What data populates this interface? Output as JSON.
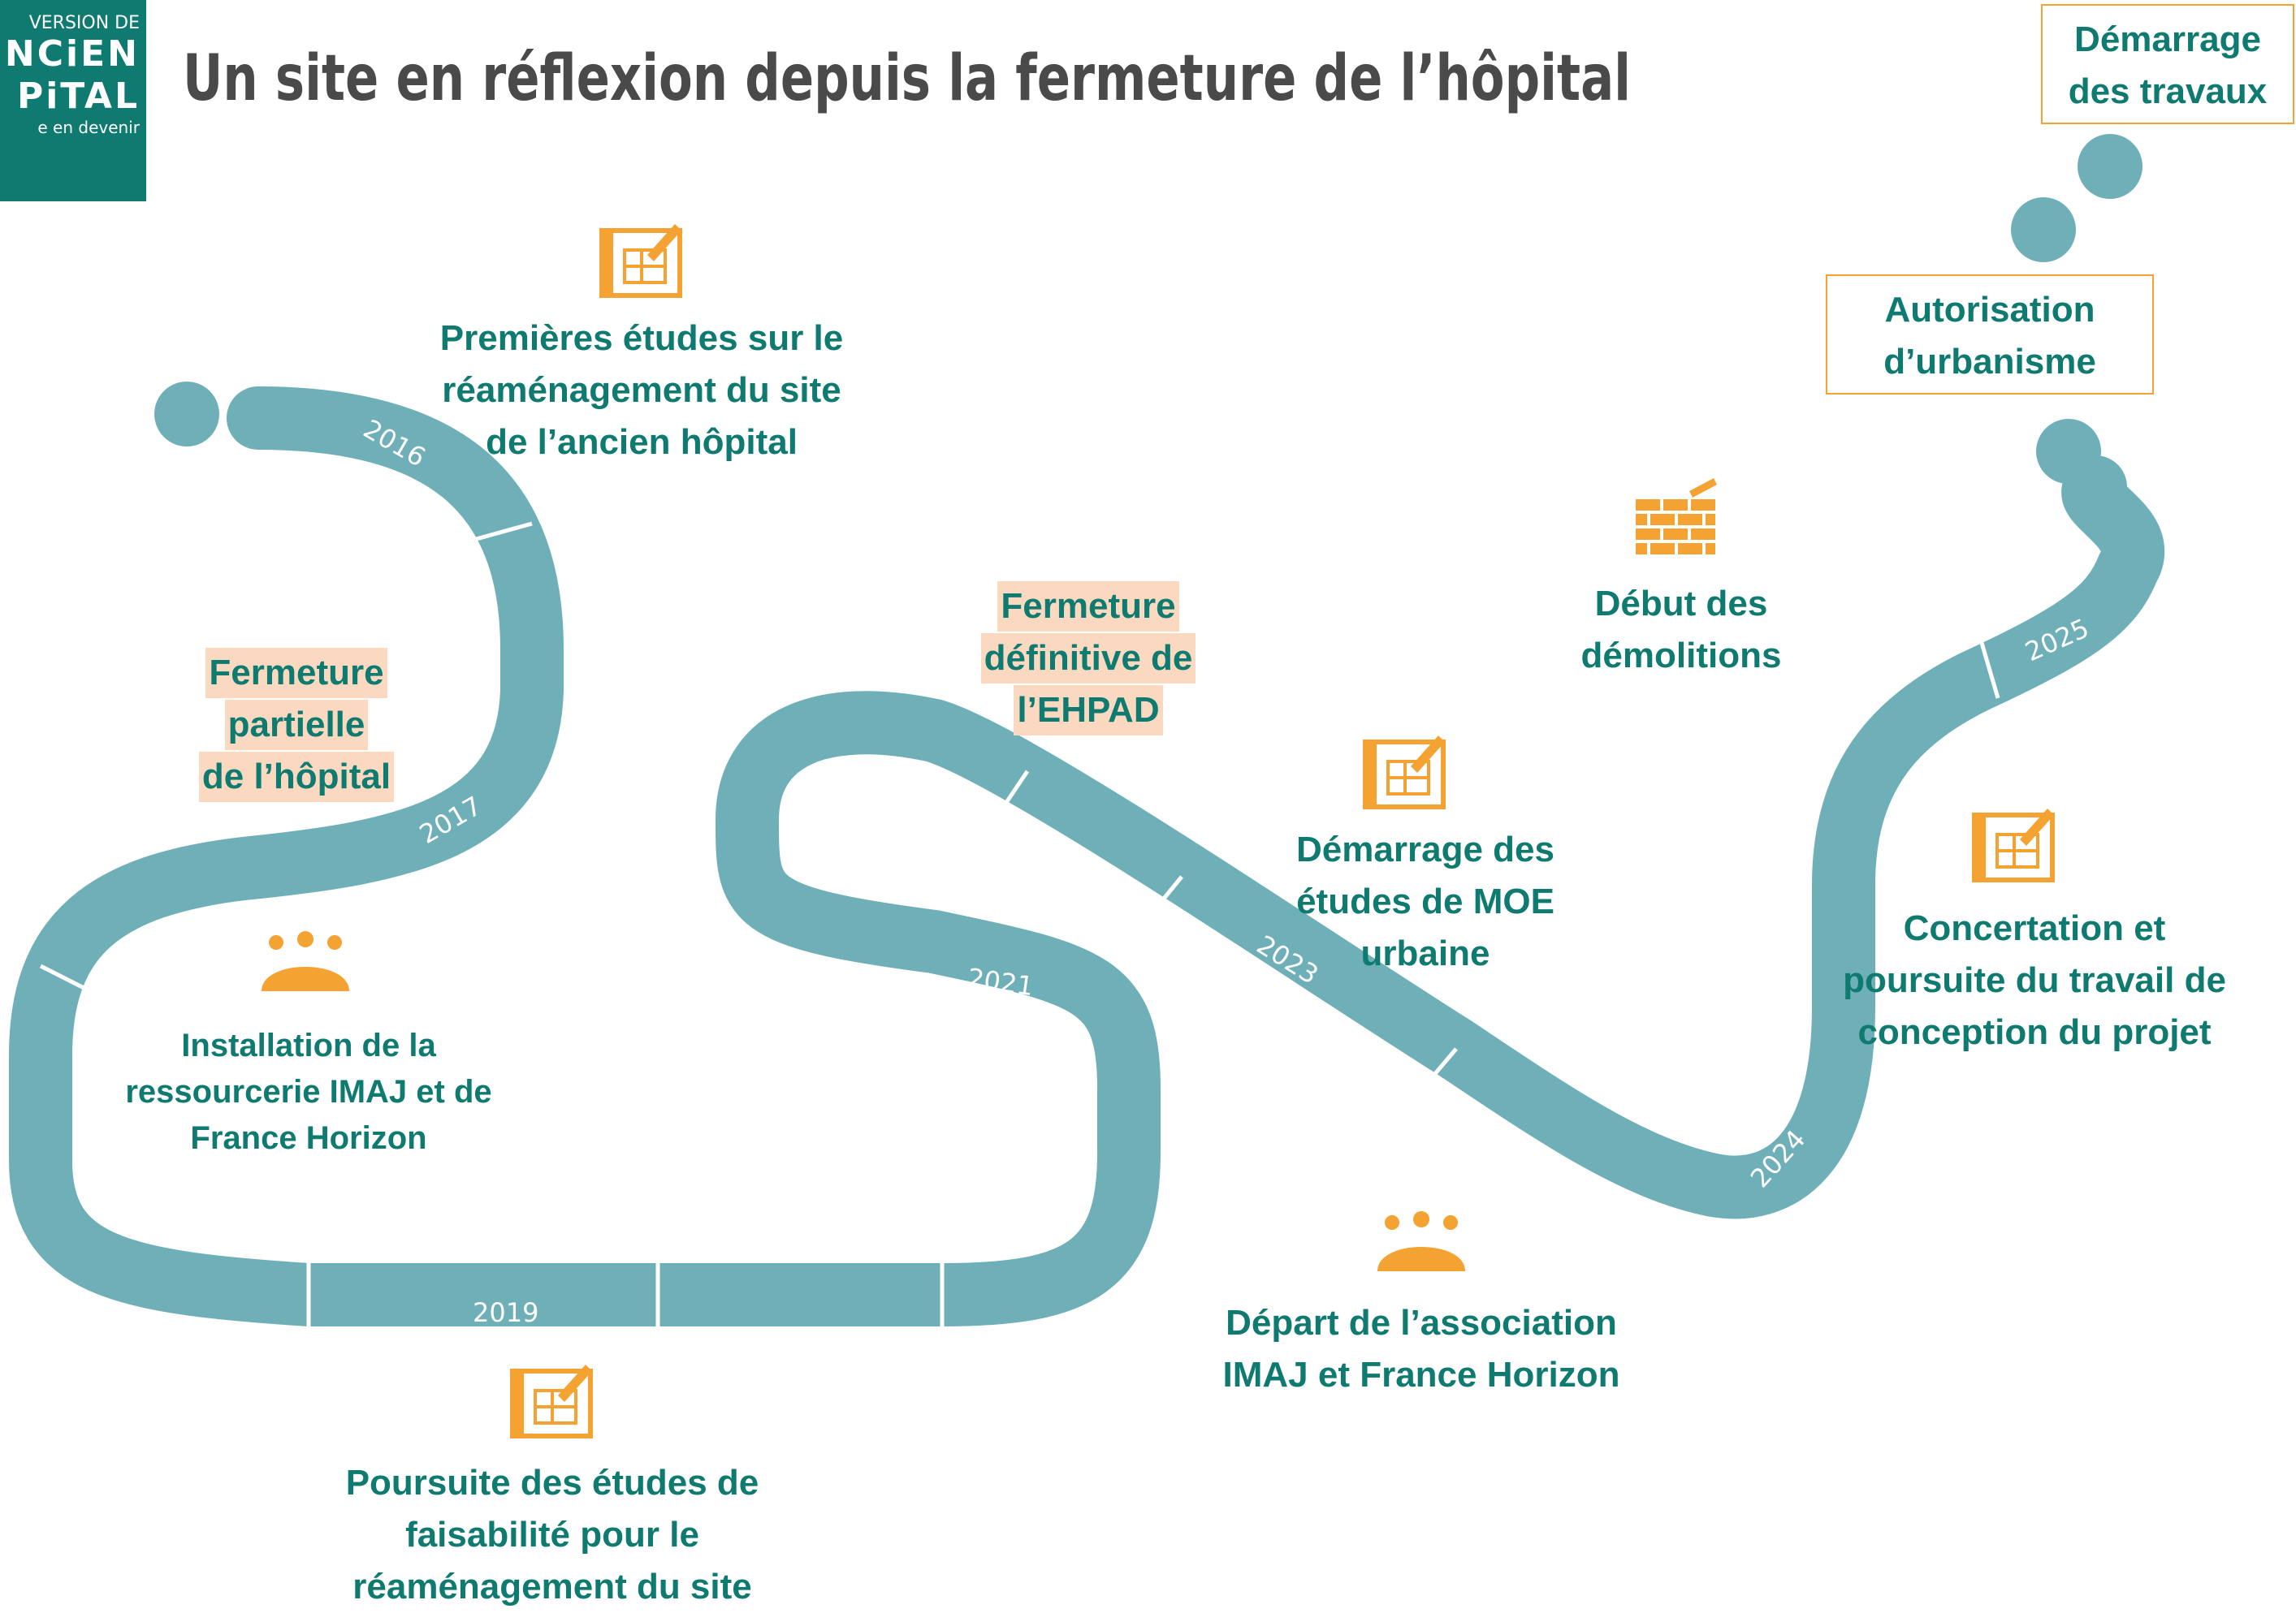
{
  "logo": {
    "line1": "VERSION DE",
    "line2": "NCiEN",
    "line3": "PiTAL",
    "line4": "e en devenir"
  },
  "title": "Un site en réflexion depuis la fermeture de l’hôpital",
  "colors": {
    "road": "#6fb0b8",
    "accent": "#f4a232",
    "text": "#0f7a6f",
    "highlight": "#fbd9c0"
  },
  "years": [
    "2016",
    "2017",
    "2019",
    "2021",
    "2023",
    "2024",
    "2025"
  ],
  "events": {
    "premieres_etudes": [
      "Premières études sur le",
      "réaménagement du site",
      "de l’ancien hôpital"
    ],
    "fermeture_partielle": [
      "Fermeture",
      "partielle",
      "de l’hôpital"
    ],
    "installation": [
      "Installation de la",
      "ressourcerie IMAJ et de",
      "France Horizon"
    ],
    "poursuite_etudes": [
      "Poursuite des études de",
      "faisabilité pour le",
      "réaménagement du site"
    ],
    "fermeture_ehpad": [
      "Fermeture",
      "définitive de",
      "l’EHPAD"
    ],
    "demarrage_moe": [
      "Démarrage des",
      "études de MOE",
      "urbaine"
    ],
    "depart_association": [
      "Départ de l’association",
      "IMAJ et France Horizon"
    ],
    "debut_demolitions": [
      "Début des",
      "démolitions"
    ],
    "concertation": [
      "Concertation et",
      "poursuite du travail de",
      "conception du projet"
    ],
    "autorisation": [
      "Autorisation",
      "d’urbanisme"
    ],
    "demarrage_travaux": [
      "Démarrage",
      "des travaux"
    ]
  },
  "icons": [
    "plan-icon",
    "group-icon",
    "brick-wall-icon"
  ]
}
